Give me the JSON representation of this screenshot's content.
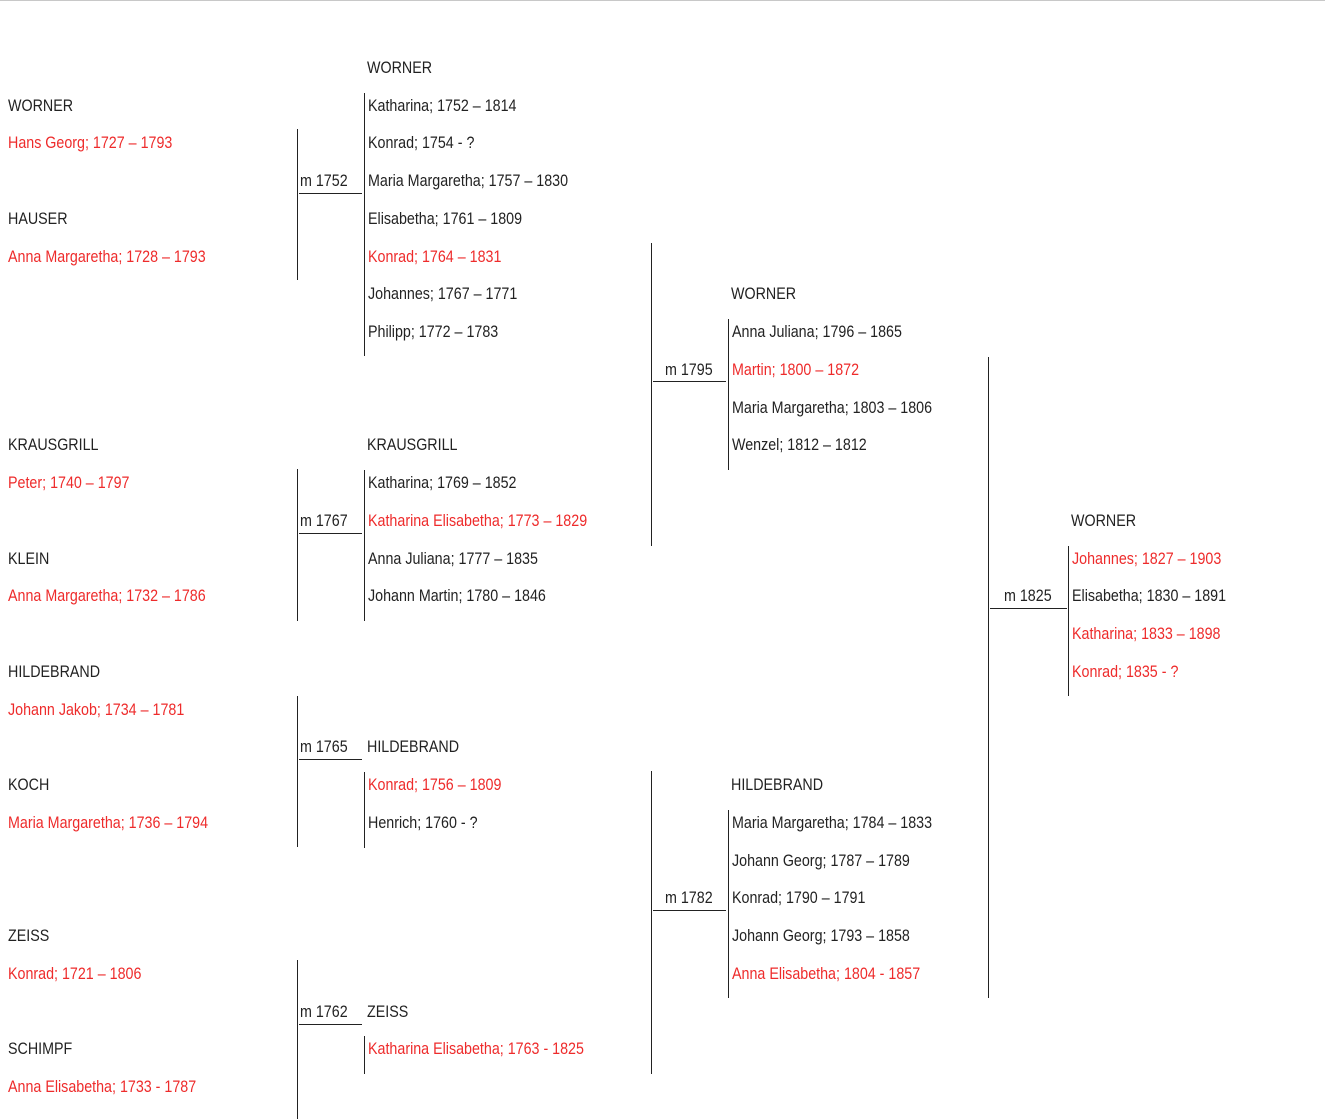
{
  "colors": {
    "highlight": "#ee2b2b",
    "text": "#222222"
  },
  "gen1": {
    "couple1": {
      "husband_surname": "WORNER",
      "husband": "Hans Georg; 1727 – 1793",
      "wife_surname": "HAUSER",
      "wife": "Anna Margaretha; 1728 – 1793",
      "marriage": "m 1752"
    },
    "couple2": {
      "husband_surname": "KRAUSGRILL",
      "husband": "Peter; 1740 – 1797",
      "wife_surname": "KLEIN",
      "wife": "Anna Margaretha; 1732 – 1786",
      "marriage": "m 1767"
    },
    "couple3": {
      "husband_surname": "HILDEBRAND",
      "husband": "Johann Jakob; 1734 – 1781",
      "wife_surname": "KOCH",
      "wife": "Maria Margaretha; 1736 – 1794",
      "marriage": "m 1765"
    },
    "couple4": {
      "husband_surname": "ZEISS",
      "husband": "Konrad; 1721 – 1806",
      "wife_surname": "SCHIMPF",
      "wife": "Anna Elisabetha; 1733 - 1787",
      "marriage": "m 1762"
    }
  },
  "gen2": {
    "family1": {
      "surname": "WORNER",
      "children": [
        "Katharina; 1752 – 1814",
        "Konrad; 1754 - ?",
        "Maria Margaretha; 1757 – 1830",
        "Elisabetha; 1761 – 1809",
        "Konrad; 1764 – 1831",
        "Johannes; 1767 – 1771",
        "Philipp; 1772 – 1783"
      ]
    },
    "family2": {
      "surname": "KRAUSGRILL",
      "children": [
        "Katharina; 1769 – 1852",
        "Katharina Elisabetha; 1773 – 1829",
        "Anna Juliana; 1777 – 1835",
        "Johann Martin; 1780 – 1846"
      ]
    },
    "family3": {
      "surname": "HILDEBRAND",
      "children": [
        "Konrad; 1756 – 1809",
        "Henrich; 1760 - ?"
      ]
    },
    "family4": {
      "surname": "ZEISS",
      "children": [
        "Katharina Elisabetha; 1763 - 1825"
      ]
    },
    "marriage_top": "m 1795",
    "marriage_bottom": "m 1782"
  },
  "gen3": {
    "family1": {
      "surname": "WORNER",
      "children": [
        "Anna Juliana; 1796 – 1865",
        "Martin; 1800 – 1872",
        "Maria Margaretha; 1803 – 1806",
        "Wenzel; 1812 – 1812"
      ]
    },
    "family2": {
      "surname": "HILDEBRAND",
      "children": [
        "Maria Margaretha; 1784 – 1833",
        "Johann Georg; 1787 – 1789",
        "Konrad; 1790 – 1791",
        "Johann Georg; 1793 – 1858",
        "Anna Elisabetha; 1804 - 1857"
      ]
    },
    "marriage": "m 1825"
  },
  "gen4": {
    "family1": {
      "surname": "WORNER",
      "children": [
        "Johannes; 1827 – 1903",
        "Elisabetha; 1830 – 1891",
        "Katharina; 1833 – 1898",
        "Konrad; 1835 - ?"
      ]
    }
  }
}
